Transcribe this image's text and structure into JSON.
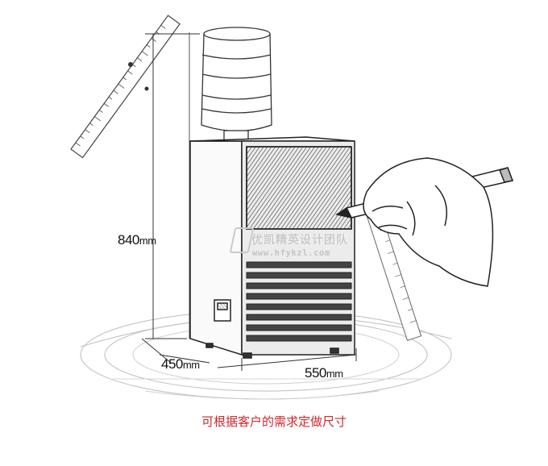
{
  "dimensions": {
    "height": {
      "value": "840",
      "unit": "mm"
    },
    "depth": {
      "value": "450",
      "unit": "mm"
    },
    "width": {
      "value": "550",
      "unit": "mm"
    }
  },
  "watermark": {
    "title": "优凯精英设计团队",
    "url": "www.hfykzl.com"
  },
  "caption": "可根据客户的需求定做尺寸",
  "colors": {
    "caption": "#d4242a",
    "line": "#222222",
    "watermark": "#c9c9c9"
  }
}
